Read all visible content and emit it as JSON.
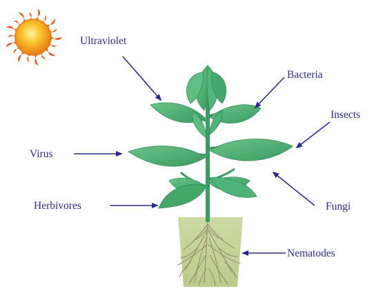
{
  "labels": {
    "ultraviolet": "Ultraviolet",
    "bacteria": "Bacteria",
    "insects": "Insects",
    "virus": "Virus",
    "herbivores": "Herbivores",
    "fungi": "Fungi",
    "nematodes": "Nematodes"
  },
  "colors": {
    "label_text": "#2b2a8c",
    "arrow": "#2b2a8c",
    "leaf": "#4cae72",
    "leaf_dark": "#2f8a55",
    "stem": "#3d9a63",
    "soil": "#c6d49e",
    "roots": "#8f8a6a",
    "sun_core": "#f7b21a",
    "sun_rays": "#e8540f"
  },
  "icons": {
    "sun": "sun-icon",
    "plant": "plant-illustration"
  }
}
